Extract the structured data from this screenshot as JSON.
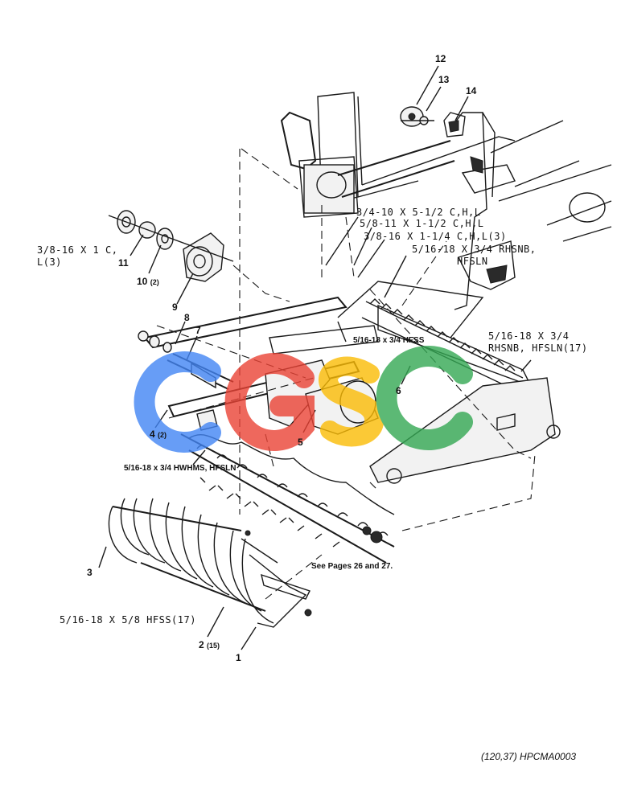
{
  "callouts": {
    "c1": "1",
    "c2": "2",
    "c2_qty": "(15)",
    "c3": "3",
    "c4": "4",
    "c4_qty": "(2)",
    "c5": "5",
    "c6": "6",
    "c7": "7",
    "c8": "8",
    "c9": "9",
    "c10": "10",
    "c10_qty": "(2)",
    "c11": "11",
    "c12": "12",
    "c13": "13",
    "c14": "14"
  },
  "hardware": {
    "h1_line1": "3/8-16 X 1 C,",
    "h1_line2": "L(3)",
    "h2": "3/4-10 X 5-1/2 C,H,L",
    "h3": "5/8-11 X 1-1/2 C,H,L",
    "h4": "3/8-16 X 1-1/4 C,H,L(3)",
    "h5_line1": "5/16-18 X 3/4 RHSNB,",
    "h5_line2": "HFSLN",
    "h6": "5/16-18 x 3/4 HFSS",
    "h7_line1": "5/16-18 X 3/4",
    "h7_line2": "RHSNB, HFSLN(17)",
    "h8": "5/16-18 x 3/4 HWHMS, HFSLN",
    "h9": "See Pages 26 and 27.",
    "h10": "5/16-18 X 5/8 HFSS(17)"
  },
  "caption": "(120,37) HPCMA0003",
  "watermark": {
    "letters": [
      "C",
      "G",
      "S",
      "C"
    ],
    "colors": [
      "#4285F4",
      "#EA4335",
      "#FBBC05",
      "#34A853"
    ]
  }
}
